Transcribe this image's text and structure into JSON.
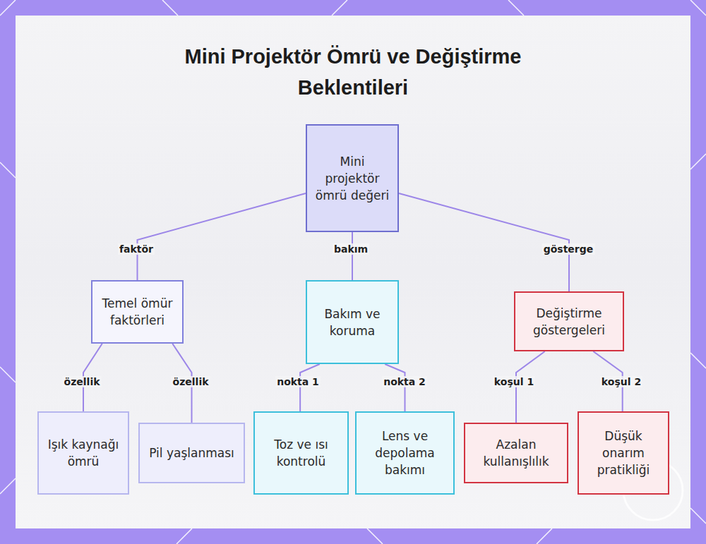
{
  "diagram": {
    "title": "Mini Projektör Ömrü ve Değiştirme Beklentileri",
    "nodes": [
      {
        "text": [
          "Mini projektör ömrü değeri"
        ]
      },
      {
        "text": [
          "Temel ömür faktörleri"
        ]
      },
      {
        "text": [
          "Bakım ve koruma"
        ]
      },
      {
        "text": [
          "Değiştirme göstergeleri"
        ]
      },
      {
        "text": [
          "Işık kaynağı ömrü"
        ]
      },
      {
        "text": [
          "Pil yaşlanması"
        ]
      },
      {
        "text": [
          "Toz ve ısı kontrolü"
        ]
      },
      {
        "text": [
          "Lens ve depolama bakımı"
        ]
      },
      {
        "text": [
          "Azalan kullanışlılık"
        ]
      },
      {
        "text": [
          "Düşük onarım pratikliği"
        ]
      }
    ],
    "edges": [
      {
        "from": 0,
        "to": 1,
        "label": "faktör",
        "arrow": "none"
      },
      {
        "from": 0,
        "to": 2,
        "label": "bakım",
        "arrow": "none"
      },
      {
        "from": 0,
        "to": 3,
        "label": "gösterge",
        "arrow": "none"
      },
      {
        "from": 1,
        "to": 4,
        "label": "özellik",
        "arrow": "none"
      },
      {
        "from": 1,
        "to": 5,
        "label": "özellik",
        "arrow": "none"
      },
      {
        "from": 2,
        "to": 6,
        "label": "nokta 1",
        "arrow": "none"
      },
      {
        "from": 2,
        "to": 7,
        "label": "nokta 2",
        "arrow": "none"
      },
      {
        "from": 3,
        "to": 8,
        "label": "koşul 1",
        "arrow": "none"
      },
      {
        "from": 3,
        "to": 9,
        "label": "koşul 2",
        "arrow": "none"
      }
    ]
  }
}
